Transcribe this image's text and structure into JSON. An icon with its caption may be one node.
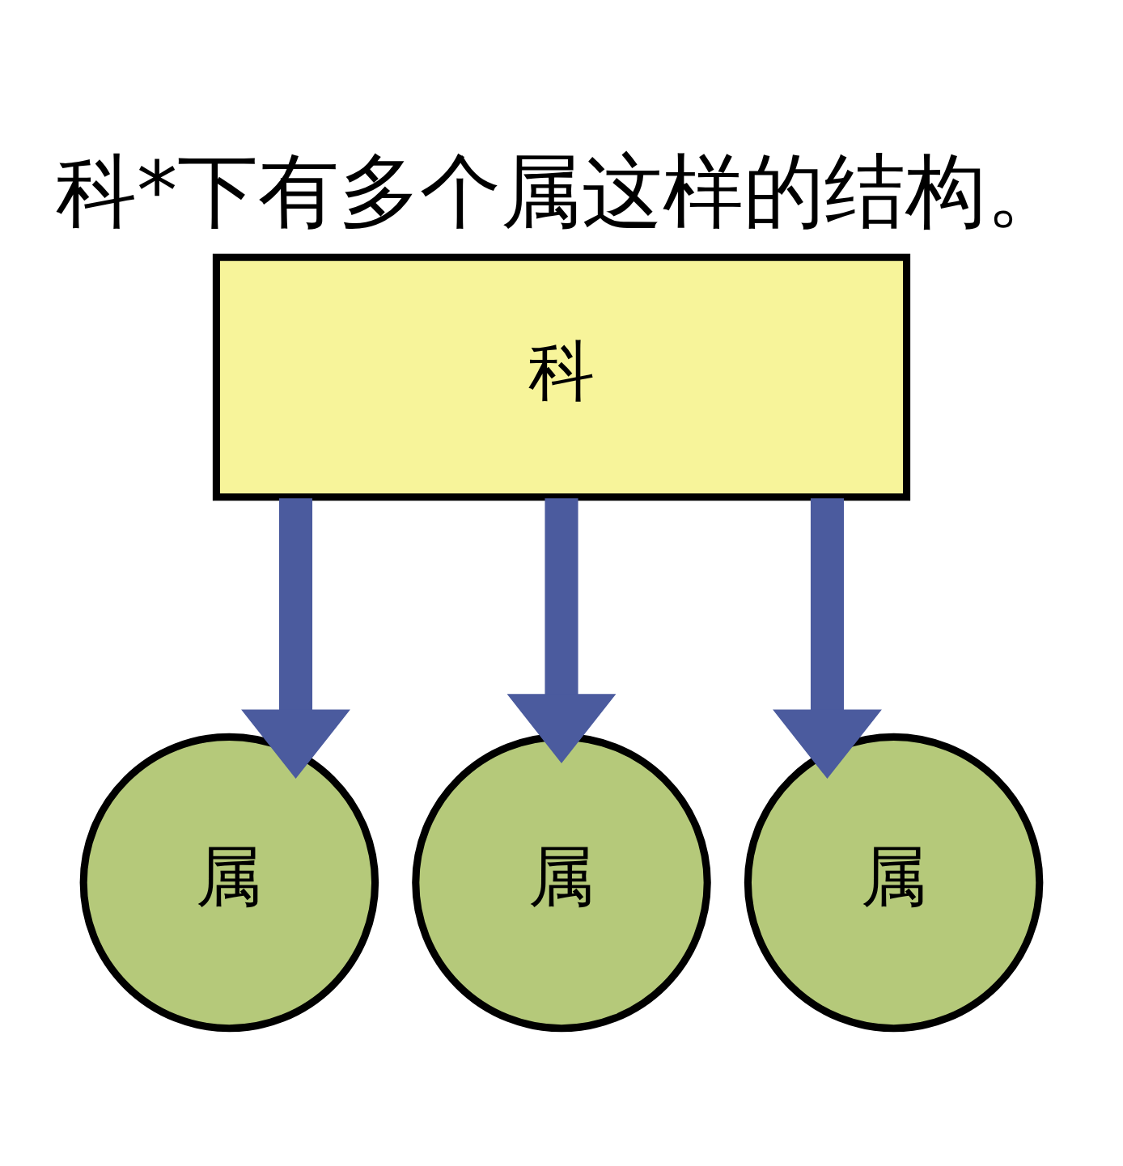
{
  "diagram": {
    "title": "科*下有多个属这样的结构。",
    "nodes": [
      {
        "text": [
          "科"
        ]
      },
      {
        "text": [
          "属"
        ]
      },
      {
        "text": [
          "属"
        ]
      },
      {
        "text": [
          "属"
        ]
      }
    ],
    "edges": [
      {
        "from": 0,
        "to": 1,
        "arrow": "to"
      },
      {
        "from": 0,
        "to": 2,
        "arrow": "to"
      },
      {
        "from": 0,
        "to": 3,
        "arrow": "to"
      }
    ]
  }
}
